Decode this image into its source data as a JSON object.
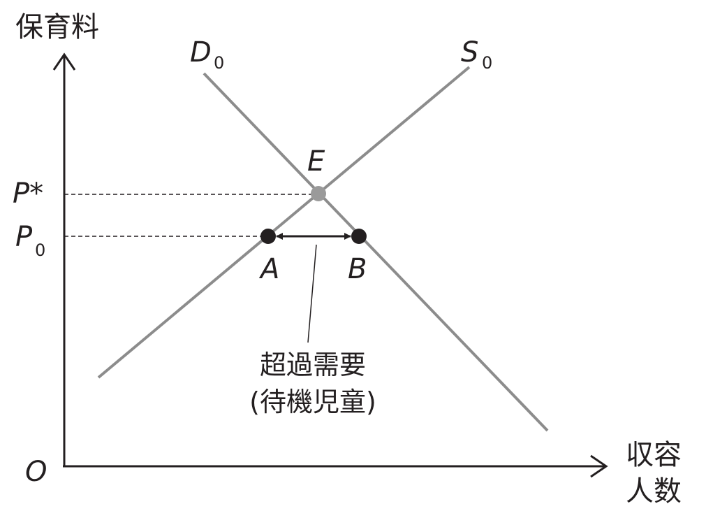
{
  "axes": {
    "y_label": "保育料",
    "x_label_line1": "収容",
    "x_label_line2": "人数",
    "origin": "O"
  },
  "curves": {
    "demand": {
      "letter": "D",
      "sub": "0"
    },
    "supply": {
      "letter": "S",
      "sub": "0"
    }
  },
  "price_labels": {
    "p_star": "P*",
    "p0_letter": "P",
    "p0_sub": "0"
  },
  "points": {
    "equilibrium": "E",
    "supply_at_p0": "A",
    "demand_at_p0": "B"
  },
  "annotation": {
    "line1": "超過需要",
    "line2": "(待機児童)"
  },
  "colors": {
    "axis": "#231f20",
    "curve": "#8c8c8c",
    "point": "#231f20",
    "equilibrium_point": "#9a9a9a"
  }
}
